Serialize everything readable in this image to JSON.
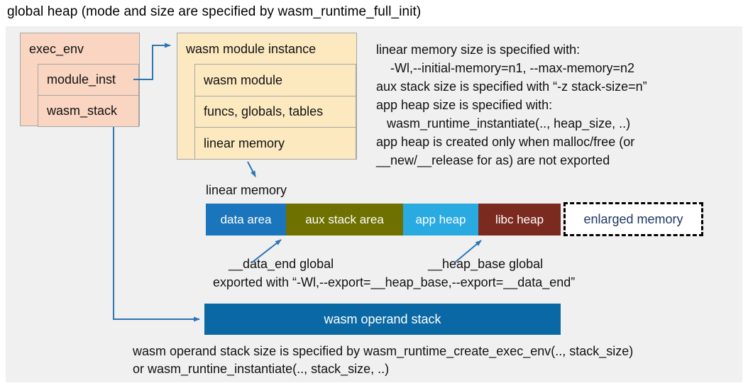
{
  "title": "global heap (mode and size are specified by wasm_runtime_full_init)",
  "palette": {
    "panel_bg": "#f0f0f0",
    "box_salmon": "#fad5c2",
    "box_cream": "#fce9c0",
    "box_border": "#a6a6a6",
    "arrow_blue": "#2e75b6",
    "operand_stack_bar": "#0a69a4",
    "enlarged_memory_text": "#1f3864"
  },
  "exec_env": {
    "header": "exec_env",
    "rows": [
      "module_inst",
      "wasm_stack"
    ]
  },
  "module_instance": {
    "header": "wasm module instance",
    "rows": [
      "wasm module",
      "funcs, globals, tables",
      "linear memory"
    ]
  },
  "notes": {
    "lines": [
      "linear memory size is specified with:",
      "    -Wl,--initial-memory=n1, --max-memory=n2",
      "aux stack size is specified with “-z stack-size=n”",
      "app heap size is specified with:",
      "   wasm_runtime_instantiate(.., heap_size, ..)",
      "app heap is created only when malloc/free (or",
      "__new/__release for as) are not exported"
    ]
  },
  "linear_memory": {
    "label": "linear memory",
    "segments": [
      {
        "label": "data area",
        "color": "#1b75bc"
      },
      {
        "label": "aux stack area",
        "color": "#6e7100"
      },
      {
        "label": "app heap",
        "color": "#29abe2"
      },
      {
        "label": "libc heap",
        "color": "#7b2a20"
      },
      {
        "label": "enlarged memory",
        "color": "#ffffff"
      }
    ],
    "annotations": {
      "data_end": "__data_end global",
      "heap_base": "__heap_base global",
      "exported": "exported with “-Wl,--export=__heap_base,--export=__data_end”"
    }
  },
  "operand_stack": {
    "label": "wasm operand stack",
    "notes": [
      "wasm operand stack size is specified by wasm_runtime_create_exec_env(.., stack_size)",
      "or wasm_runtine_instantiate(.., stack_size, ..)"
    ]
  }
}
